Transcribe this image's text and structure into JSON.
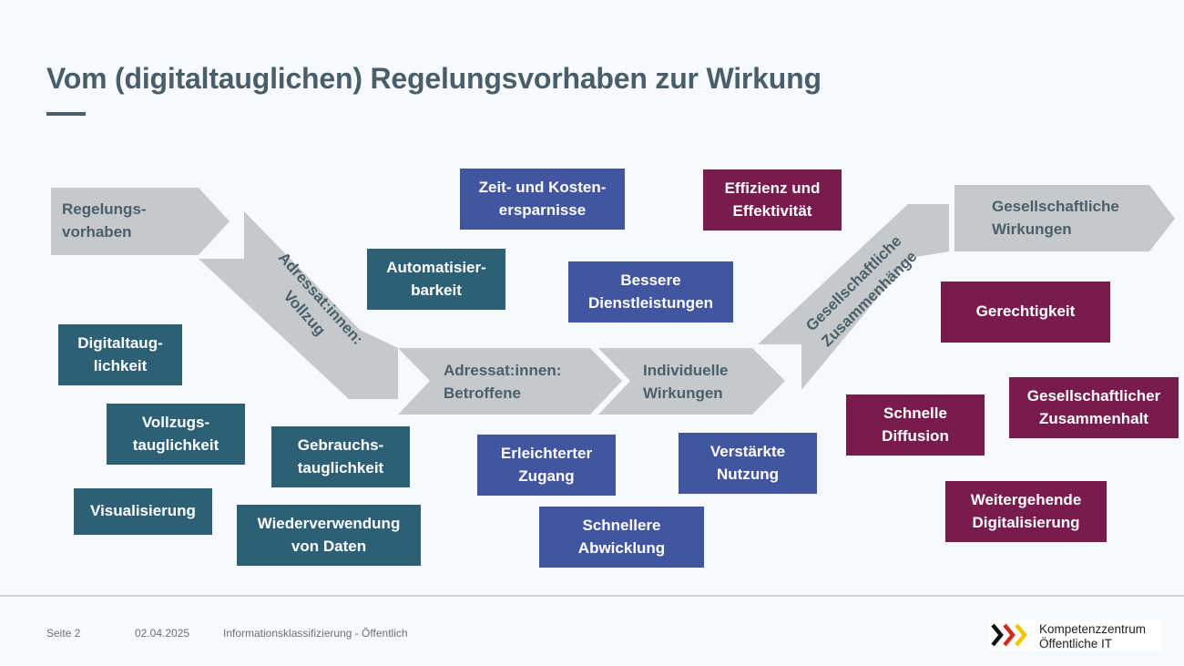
{
  "title": "Vom (digitaltauglichen) Regelungsvorhaben zur Wirkung",
  "colors": {
    "arrow": "#c5c9cb",
    "arrow_text": "#4b5f6b",
    "teal": "#2d6077",
    "blue": "#4155a1",
    "wine": "#7a1b4d",
    "title": "#4a5e6a"
  },
  "arrows": {
    "regelungsvorhaben": "Regelungs-\nvorhaben",
    "adressat_vollzug": "Adressat:innen:\nVollzug",
    "adressat_betroffene": "Adressat:innen:\nBetroffene",
    "individuelle_wirkungen": "Individuelle\nWirkungen",
    "gesellschaftliche_zusammenhaenge": "Gesellschaftliche\nZusammenhänge",
    "gesellschaftliche_wirkungen": "Gesellschaftliche\nWirkungen"
  },
  "teal_boxes": {
    "digitaltauglichkeit": "Digitaltaug-\nlichkeit",
    "vollzugstauglichkeit": "Vollzugs-\ntauglichkeit",
    "visualisierung": "Visualisierung",
    "automatisierbarkeit": "Automatisier-\nbarkeit",
    "gebrauchstauglichkeit": "Gebrauchs-\ntauglichkeit",
    "wiederverwendung": "Wiederverwendung\nvon Daten"
  },
  "blue_boxes": {
    "zeit_kosten": "Zeit- und Kosten-\nersparnisse",
    "bessere_dienstleistungen": "Bessere\nDienstleistungen",
    "erleichterter_zugang": "Erleichterter\nZugang",
    "verstaerkte_nutzung": "Verstärkte\nNutzung",
    "schnellere_abwicklung": "Schnellere\nAbwicklung"
  },
  "wine_boxes": {
    "effizienz": "Effizienz und\nEffektivität",
    "gerechtigkeit": "Gerechtigkeit",
    "schnelle_diffusion": "Schnelle\nDiffusion",
    "zusammenhalt": "Gesellschaftlicher\nZusammenhalt",
    "weitergehende_digitalisierung": "Weitergehende\nDigitalisierung"
  },
  "footer": {
    "page": "Seite 2",
    "date": "02.04.2025",
    "classification": "Informationsklassifizierung - Öffentlich",
    "logo_text": "Kompetenzzentrum\nÖffentliche IT",
    "logo_icon": "chevrons-icon"
  }
}
